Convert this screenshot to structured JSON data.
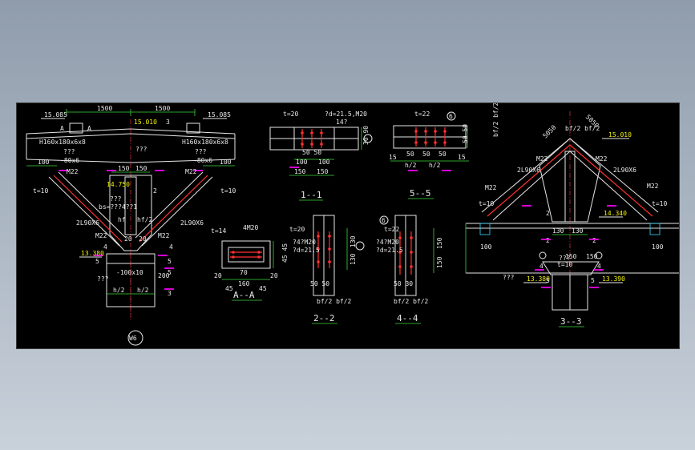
{
  "colors": {
    "background": "#000000",
    "line": "#e6e6e6",
    "dimension": "#3ad83a",
    "weld": "#ff3030",
    "marker": "#d400d4",
    "text_yellow": "#f2f200"
  },
  "left_joint": {
    "dims_top": [
      "1500",
      "1500"
    ],
    "elev_top_left": "15.085",
    "elev_top_right": "15.085",
    "elev_center": "15.010",
    "section_a": "A",
    "num_3": "3",
    "beam_left": "H160x180x6x8",
    "beam_right": "H160x180x6x8",
    "plate_left": "-80x6",
    "plate_right": "-80x6",
    "qq": "???",
    "dim_100_l": "100",
    "dim_100_r": "100",
    "dim_150_l": "150",
    "dim_150_r": "150",
    "elev_14": "14.750",
    "t10": "t=10",
    "m22_l": "M22",
    "m22_r": "M22",
    "bolt_note": "bs=???4??1",
    "hf": "hf",
    "hf2": "hf/2",
    "angle_l": "2L90X6",
    "angle_r": "2L90X6",
    "label_2": "2",
    "label_4": "4",
    "label_5": "5",
    "dim_20": "20",
    "elev_low": "13.380",
    "n100x10": "-100x10",
    "n200": "200",
    "h2_l": "h/2",
    "h2_r": "h/2",
    "circle": "W6"
  },
  "section_11": {
    "t": "t=20",
    "bolt": "?d=21.5,M20",
    "n14": "14?",
    "dims_b": [
      "100",
      "100"
    ],
    "dims_b2": [
      "150",
      "150"
    ],
    "side": "30 90",
    "n50": "50 50",
    "title": "1--1"
  },
  "section_55": {
    "t": "t=22",
    "circle": "6",
    "dims_b": [
      "50",
      "50",
      "50"
    ],
    "dims_b2": [
      "15",
      "h/2",
      "h/2",
      "15"
    ],
    "side": "50 50",
    "rot": "bf/2 bf/2",
    "title": "5--5"
  },
  "section_aa": {
    "t": "t=14",
    "bolt": "4M20",
    "dims": [
      "70",
      "160"
    ],
    "edge": [
      "20",
      "20"
    ],
    "n45": "45",
    "side": "45 45",
    "title": "A--A"
  },
  "section_22": {
    "t": "t=20",
    "bolt": "?4?M20",
    "bolt2": "?d=21.5",
    "side": [
      "130",
      "130"
    ],
    "n50": "50 50",
    "rot": "bf/2 bf/2",
    "title": "2--2"
  },
  "section_44": {
    "t": "t=22",
    "bolt": "?4?M20",
    "bolt2": "?d=21.5",
    "side": [
      "150",
      "150"
    ],
    "n50": "50 30",
    "rot": "bf/2 bf/2",
    "title": "4--4",
    "circle": "6"
  },
  "section_33": {
    "top_dims": [
      "5050",
      "5050"
    ],
    "rot": "bf/2 bf/2",
    "elev": "15.010",
    "angle_l": "2L90X6",
    "angle_r": "2L90X6",
    "m22_a": "M22",
    "m22_b": "M22",
    "m22_c": "M22",
    "m22_d": "M22",
    "t10_l": "t=10",
    "t10_r": "t=10",
    "elev_mid": "14.340",
    "dims_mid": [
      "130",
      "130"
    ],
    "dim_100_l": "100",
    "dim_100_r": "100",
    "n2": "2",
    "n5": "5",
    "n4": "4",
    "dims_low": [
      "150",
      "150"
    ],
    "elev_l": "13.380",
    "elev_r": "13.390",
    "title": "3--3",
    "t10_c": "t=10"
  }
}
